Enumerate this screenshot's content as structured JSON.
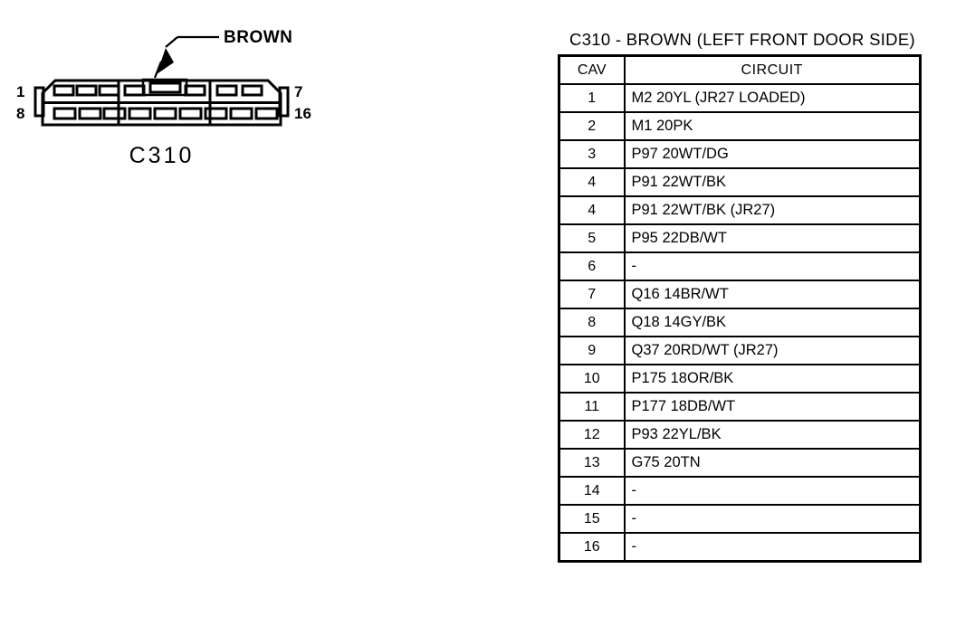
{
  "connector_figure": {
    "callout_label": "BROWN",
    "caption": "C310",
    "pin_labels": {
      "top_left": "1",
      "bottom_left": "8",
      "top_right": "7",
      "bottom_right": "16"
    },
    "cavity_layout": {
      "top_row_slots": [
        3,
        2,
        2
      ],
      "bottom_row_slots": [
        3,
        4,
        2
      ],
      "keying_tab": "center-top"
    }
  },
  "circuit_panel": {
    "title": "C310 - BROWN (LEFT FRONT DOOR SIDE)",
    "columns": [
      "CAV",
      "CIRCUIT"
    ],
    "rows": [
      {
        "cav": "1",
        "circuit": "M2 20YL (JR27 LOADED)"
      },
      {
        "cav": "2",
        "circuit": "M1 20PK"
      },
      {
        "cav": "3",
        "circuit": "P97 20WT/DG"
      },
      {
        "cav": "4",
        "circuit": "P91 22WT/BK"
      },
      {
        "cav": "4",
        "circuit": "P91 22WT/BK (JR27)"
      },
      {
        "cav": "5",
        "circuit": "P95 22DB/WT"
      },
      {
        "cav": "6",
        "circuit": "-"
      },
      {
        "cav": "7",
        "circuit": "Q16 14BR/WT"
      },
      {
        "cav": "8",
        "circuit": "Q18 14GY/BK"
      },
      {
        "cav": "9",
        "circuit": "Q37 20RD/WT (JR27)"
      },
      {
        "cav": "10",
        "circuit": "P175 18OR/BK"
      },
      {
        "cav": "11",
        "circuit": "P177 18DB/WT"
      },
      {
        "cav": "12",
        "circuit": "P93 22YL/BK"
      },
      {
        "cav": "13",
        "circuit": "G75 20TN"
      },
      {
        "cav": "14",
        "circuit": "-"
      },
      {
        "cav": "15",
        "circuit": "-"
      },
      {
        "cav": "16",
        "circuit": "-"
      }
    ]
  },
  "colors": {
    "ink": "#000000",
    "paper": "#ffffff"
  }
}
